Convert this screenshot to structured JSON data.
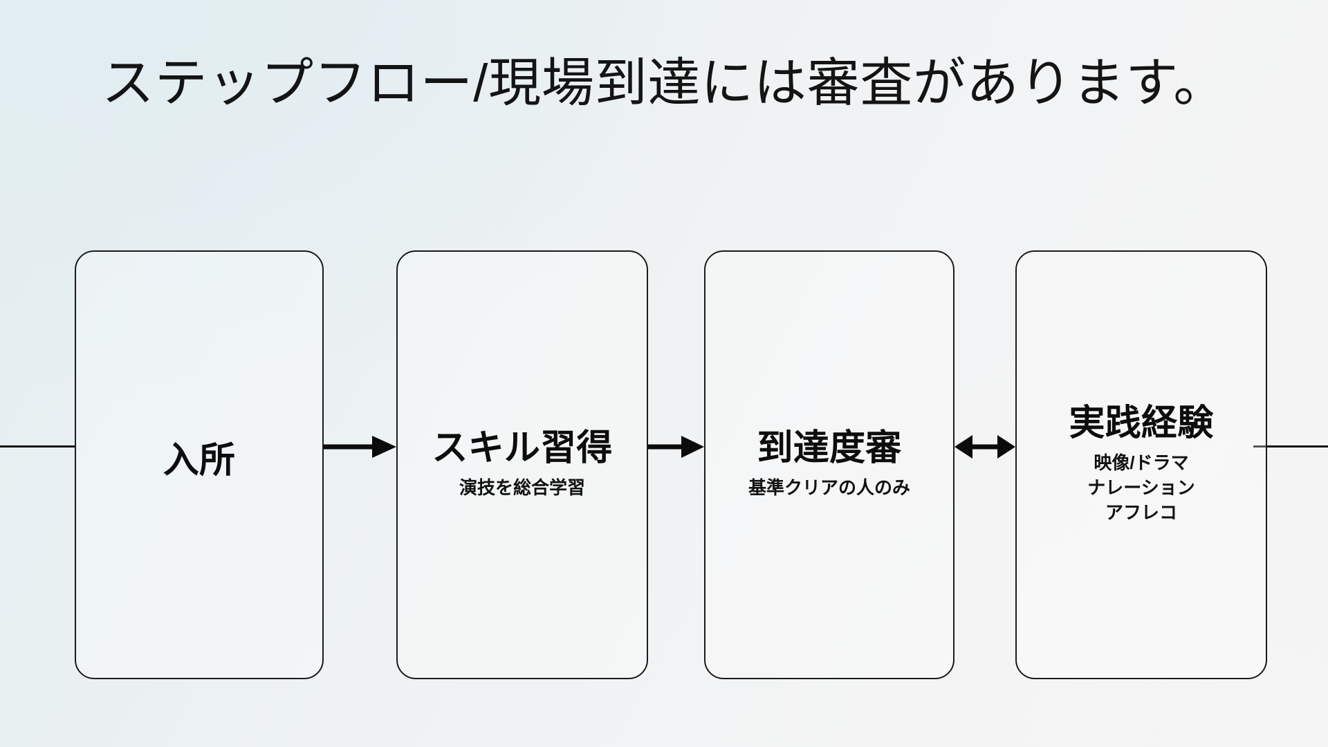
{
  "slide": {
    "title": "ステップフロー/現場到達には審査があります。",
    "background_start": "#e3edf0",
    "background_end": "#f3f3f3",
    "line_color": "#1a1a1a",
    "text_color": "#0d0d0d"
  },
  "flow": {
    "nodes": [
      {
        "id": "node-1",
        "title": "入所",
        "subs": []
      },
      {
        "id": "node-2",
        "title": "スキル習得",
        "subs": [
          "演技を総合学習"
        ]
      },
      {
        "id": "node-3",
        "title": "到達度審",
        "subs": [
          "基準クリアの人のみ"
        ]
      },
      {
        "id": "node-4",
        "title": "実践経験",
        "subs": [
          "映像/ドラマ",
          "ナレーション",
          "アフレコ"
        ]
      }
    ],
    "connectors": [
      {
        "id": "connector-1",
        "from": "node-1",
        "to": "node-2",
        "kind": "arrow-right"
      },
      {
        "id": "connector-2",
        "from": "node-2",
        "to": "node-3",
        "kind": "arrow-right"
      },
      {
        "id": "connector-3",
        "from": "node-3",
        "to": "node-4",
        "kind": "arrow-both"
      }
    ],
    "rails": [
      {
        "id": "rail-left",
        "side": "left"
      },
      {
        "id": "rail-right",
        "side": "right"
      }
    ]
  }
}
